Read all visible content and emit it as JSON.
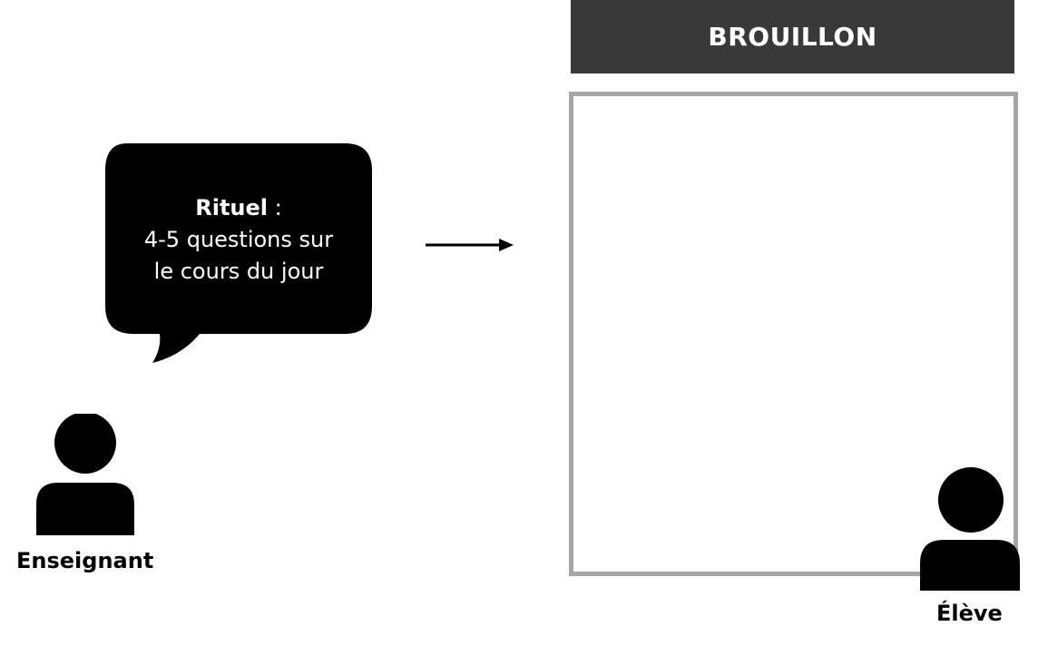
{
  "header": {
    "title": "BROUILLON",
    "background": "#3a3939"
  },
  "board": {
    "border_color": "#a6a6a6"
  },
  "bubble": {
    "title": "Rituel",
    "title_suffix": " :",
    "line1": "4-5 questions sur",
    "line2": "le cours du jour",
    "fill": "#000000"
  },
  "teacher": {
    "label": "Enseignant",
    "icon": "person-icon"
  },
  "student": {
    "label": "Élève",
    "icon": "person-icon"
  },
  "arrow": {
    "icon": "arrow-right-icon"
  }
}
